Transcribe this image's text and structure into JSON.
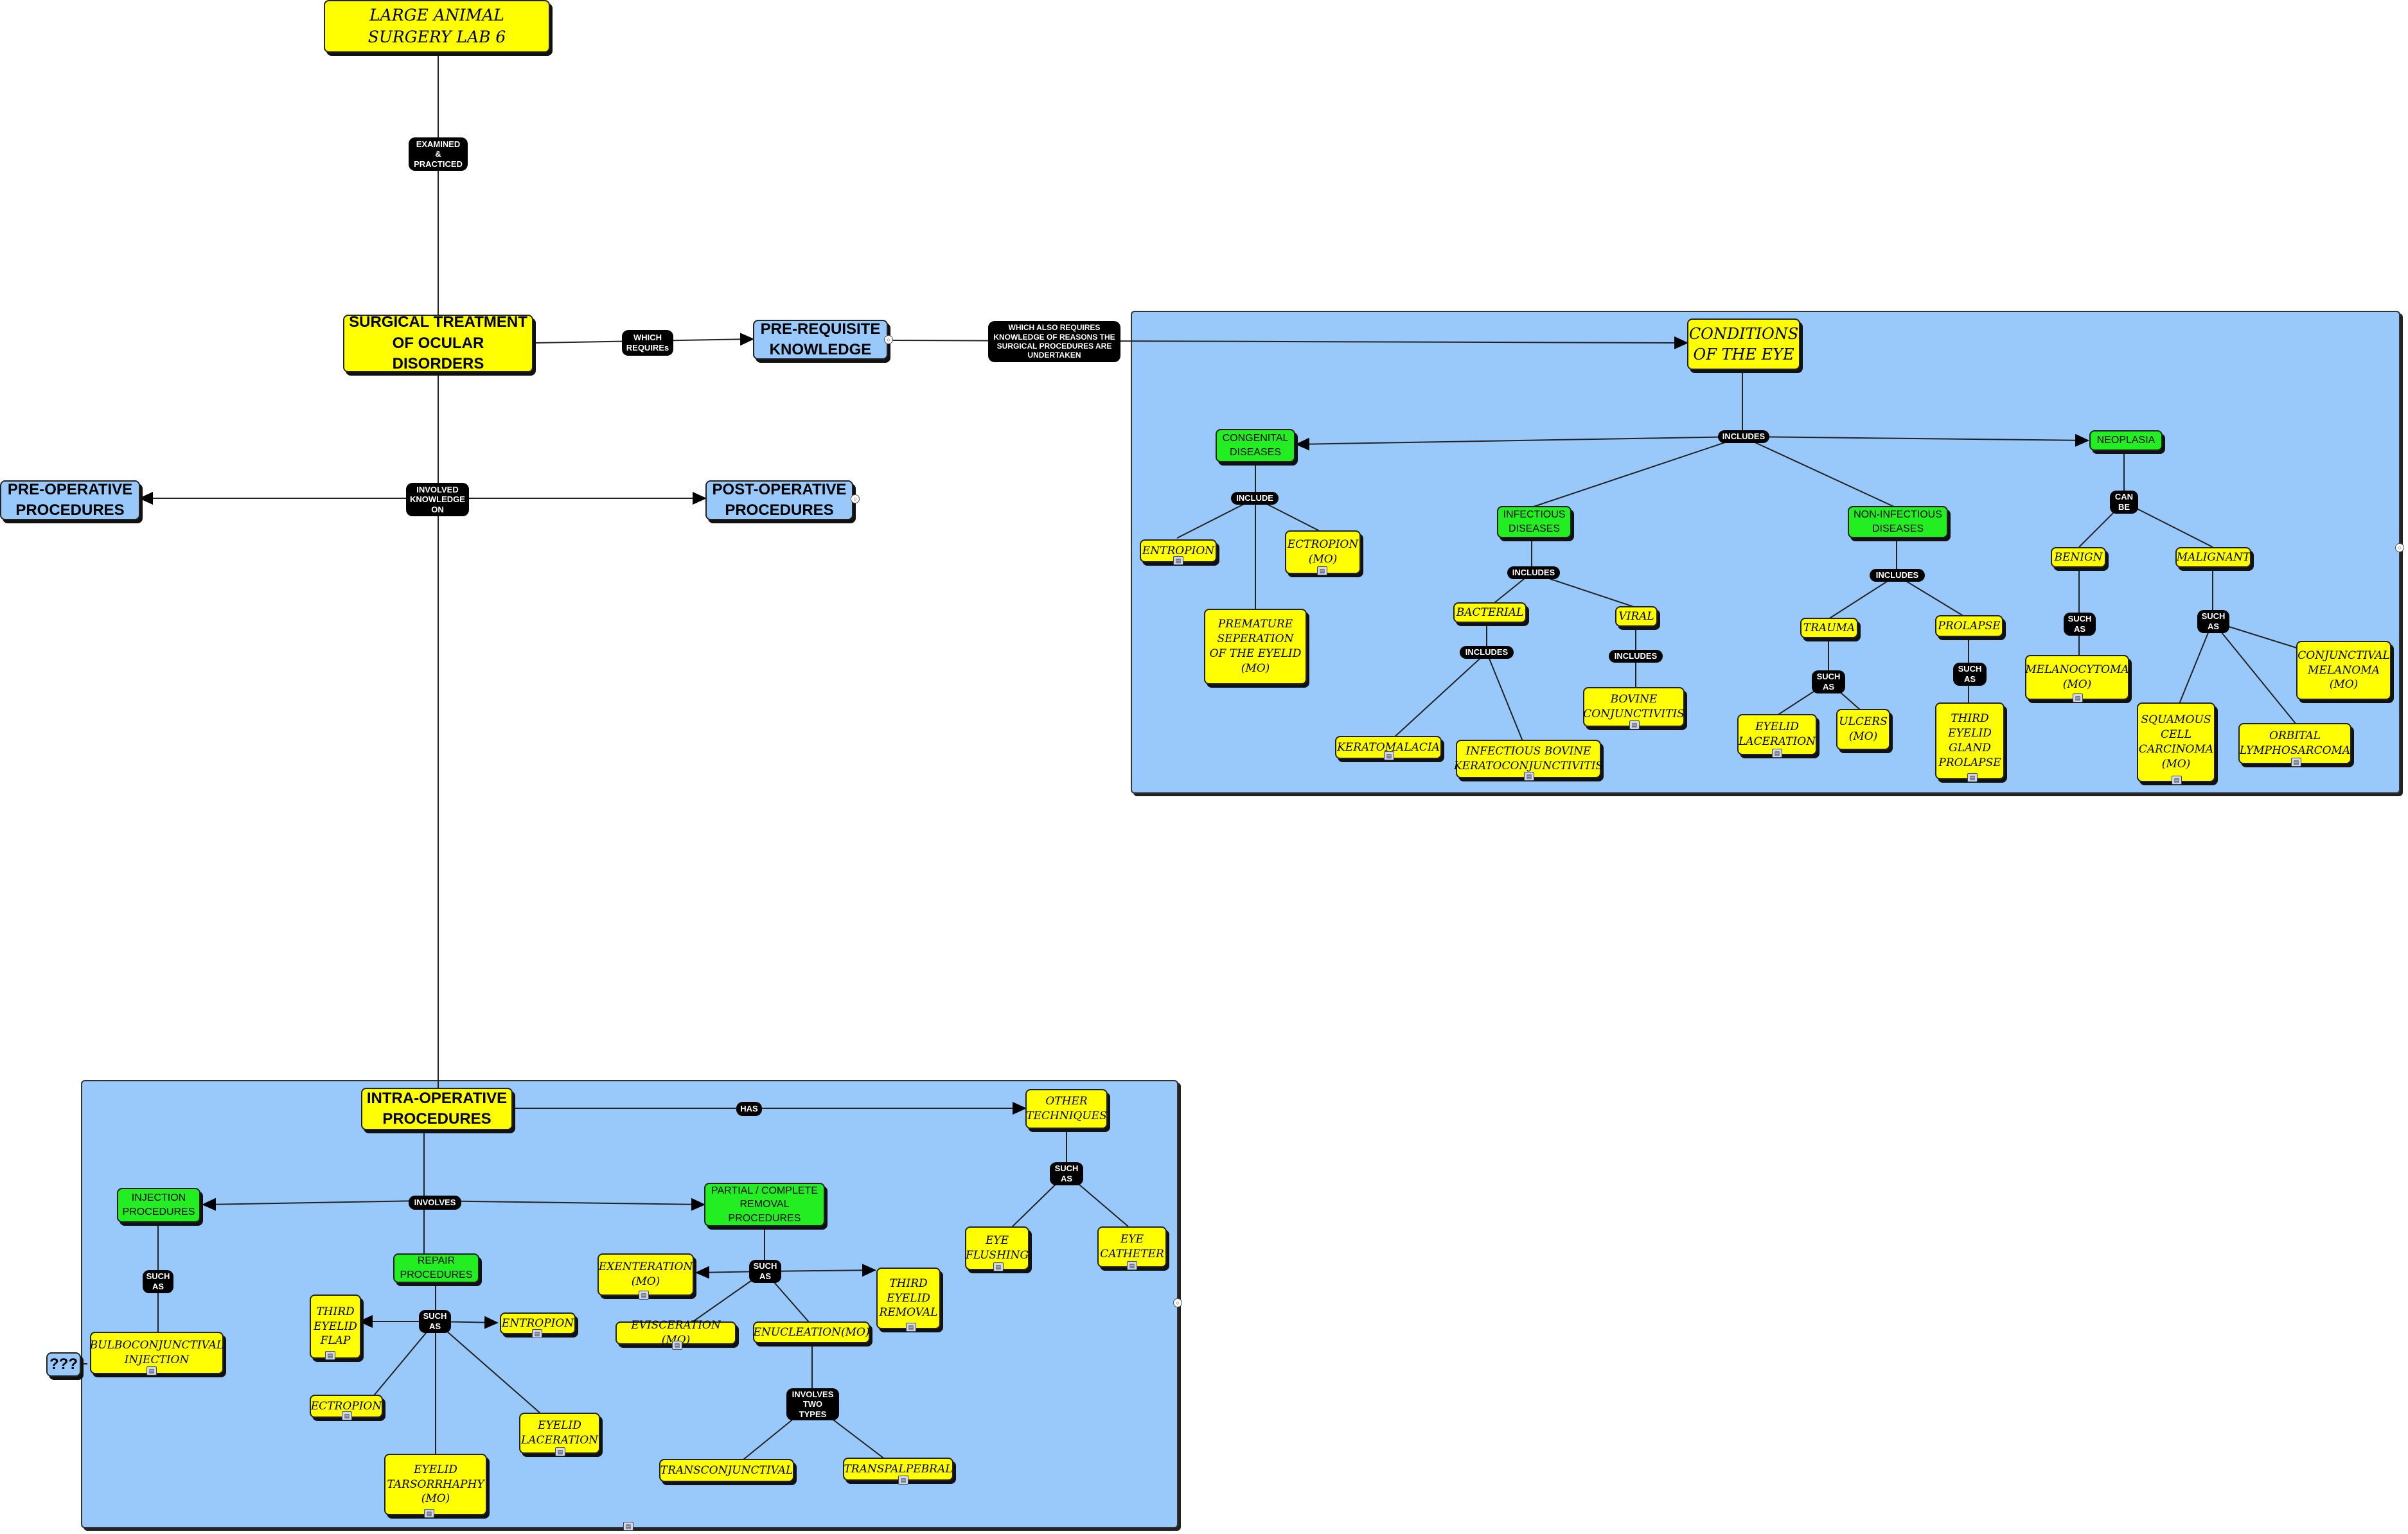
{
  "nodes": {
    "lab_title": "LARGE ANIMAL SURGERY LAB 6",
    "surgical_treatment": "SURGICAL TREATMENT OF OCULAR DISORDERS",
    "pre_requisite": "PRE-REQUISITE KNOWLEDGE",
    "pre_operative": "PRE-OPERATIVE PROCEDURES",
    "post_operative": "POST-OPERATIVE PROCEDURES",
    "conditions": "CONDITIONS OF THE EYE",
    "congenital": "CONGENITAL DISEASES",
    "infectious": "INFECTIOUS DISEASES",
    "non_infectious": "NON-INFECTIOUS DISEASES",
    "neoplasia": "NEOPLASIA",
    "entropion_c": "ENTROPION",
    "ectropion_c": "ECTROPION (MO)",
    "premature": "PREMATURE SEPERATION OF THE EYELID (MO)",
    "bacterial": "BACTERIAL",
    "viral": "VIRAL",
    "keratomalacia": "KERATOMALACIA",
    "ibk": "INFECTIOUS BOVINE KERATOCONJUNCTIVITIS",
    "bovine_conj": "BOVINE CONJUNCTIVITIS",
    "trauma": "TRAUMA",
    "prolapse": "PROLAPSE",
    "eyelid_lac_c": "EYELID LACERATION",
    "ulcers": "ULCERS (MO)",
    "third_gland": "THIRD EYELID GLAND PROLAPSE",
    "benign": "BENIGN",
    "malignant": "MALIGNANT",
    "melanocytoma": "MELANOCYTOMA (MO)",
    "scc": "SQUAMOUS CELL CARCINOMA (MO)",
    "orbital_lympho": "ORBITAL LYMPHOSARCOMA",
    "conj_melanoma": "CONJUNCTIVAL MELANOMA (MO)",
    "intra_operative": "INTRA-OPERATIVE PROCEDURES",
    "other_techniques": "OTHER TECHNIQUES",
    "eye_flushing": "EYE FLUSHING",
    "eye_catheter": "EYE CATHETER",
    "injection": "INJECTION PROCEDURES",
    "bulbo": "BULBOCONJUNCTIVAL INJECTION",
    "repair": "REPAIR PROCEDURES",
    "third_flap": "THIRD EYELID FLAP",
    "entropion_r": "ENTROPION",
    "ectropion_r": "ECTROPION",
    "eyelid_lac_r": "EYELID LACERATION",
    "tarsorrhaphy": "EYELID TARSORRHAPHY (MO)",
    "partial_complete": "PARTIAL / COMPLETE REMOVAL PROCEDURES",
    "exenteration": "EXENTERATION (MO)",
    "evisceration": "EVISCERATION (MO)",
    "enucleation": "ENUCLEATION(MO)",
    "third_removal": "THIRD EYELID REMOVAL",
    "transconj": "TRANSCONJUNCTIVAL",
    "transpalp": "TRANSPALPEBRAL",
    "qqq": "???"
  },
  "links": {
    "examined": "EXAMINED & PRACTICED",
    "which_requires": "WHICH REQUIREs",
    "also_requires": "WHICH ALSO REQUIRES KNOWLEDGE OF REASONS THE SURGICAL PROCEDURES ARE UNDERTAKEN",
    "involved_knowledge": "INVOLVED KNOWLEDGE ON",
    "includes_main": "INCLUDES",
    "include_cong": "INCLUDE",
    "includes_inf": "INCLUDES",
    "includes_bact": "INCLUDES",
    "includes_viral": "INCLUDES",
    "includes_noninf": "INCLUDES",
    "such_as_trauma": "SUCH AS",
    "such_as_prolapse": "SUCH AS",
    "can_be": "CAN BE",
    "such_as_benign": "SUCH AS",
    "such_as_malig": "SUCH AS",
    "has": "HAS",
    "such_as_other": "SUCH AS",
    "involves": "INVOLVES",
    "such_as_inj": "SUCH AS",
    "such_as_repair": "SUCH AS",
    "such_as_removal": "SUCH AS",
    "involves_two": "INVOLVES TWO TYPES"
  }
}
